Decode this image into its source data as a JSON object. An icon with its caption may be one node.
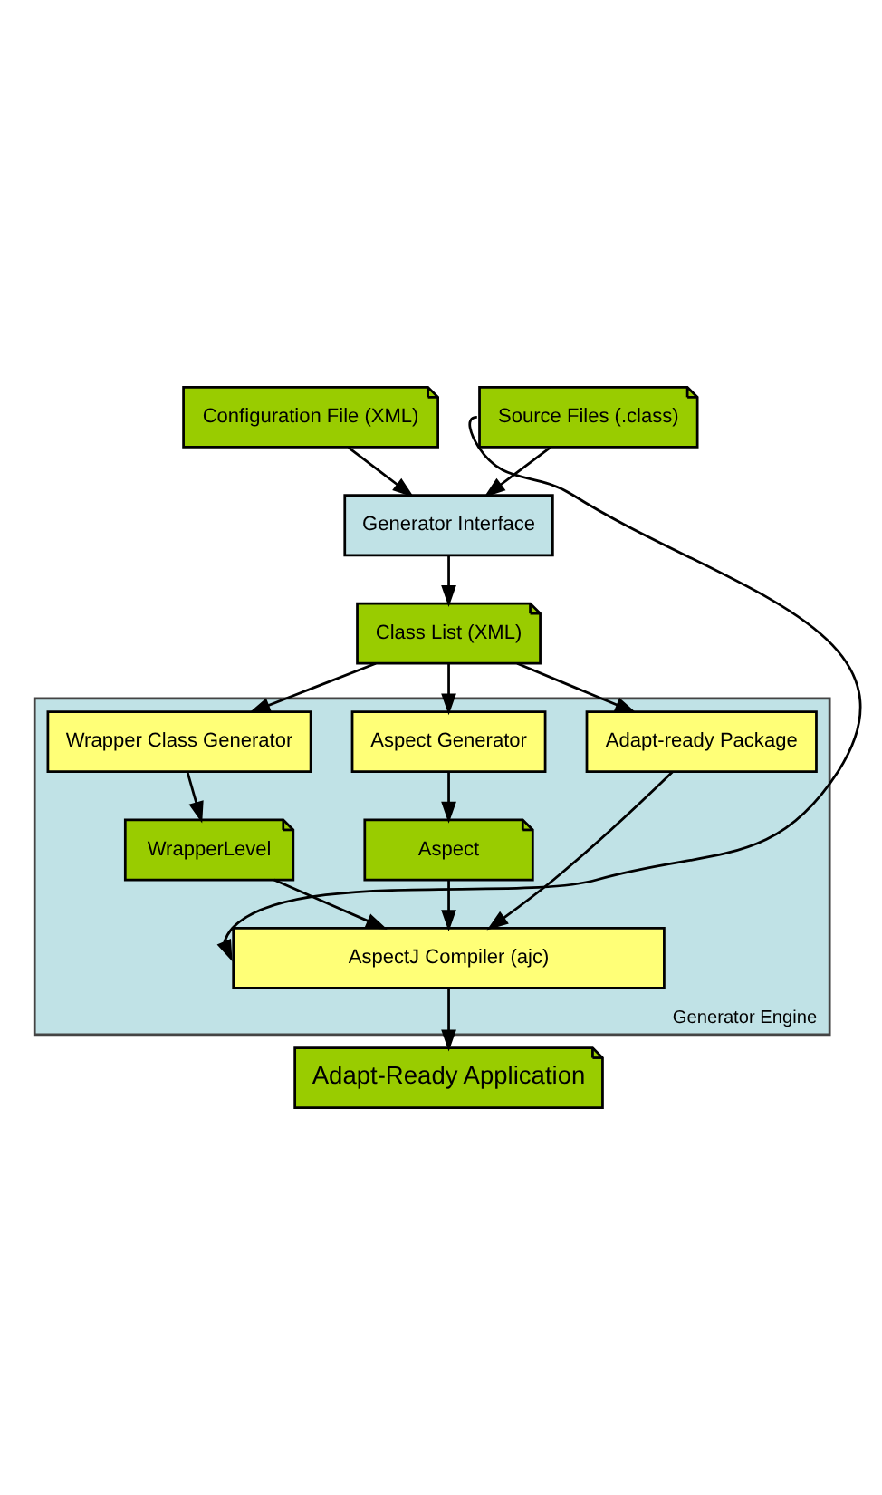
{
  "diagram": {
    "nodes": [
      {
        "text": [
          "Source Files (.class)"
        ]
      },
      {
        "text": [
          "Configuration File (XML)"
        ]
      },
      {
        "text": [
          "Generator Interface"
        ]
      },
      {
        "text": [
          "Class List (XML)"
        ]
      },
      {
        "text": [
          "Generator Engine"
        ]
      },
      {
        "text": [
          "Aspect Generator"
        ],
        "in": 4
      },
      {
        "text": [
          "Wrapper Class Generator"
        ],
        "in": 4
      },
      {
        "text": [
          "Adapt-ready Package"
        ],
        "in": 4
      },
      {
        "text": [
          "Aspect"
        ],
        "in": 4
      },
      {
        "text": [
          "WrapperLevel"
        ],
        "in": 4
      },
      {
        "text": [
          "AspectJ Compiler (ajc)"
        ],
        "in": 4
      },
      {
        "text": [
          "Adapt-Ready Application"
        ]
      }
    ],
    "edges": [
      {
        "from": 0,
        "to": 2,
        "arrow": "to"
      },
      {
        "from": 1,
        "to": 2,
        "arrow": "to"
      },
      {
        "from": 0,
        "to": 10,
        "arrow": "to"
      },
      {
        "from": 2,
        "to": 3,
        "arrow": "to"
      },
      {
        "from": 3,
        "to": 5,
        "arrow": "to"
      },
      {
        "from": 3,
        "to": 6,
        "arrow": "to"
      },
      {
        "from": 3,
        "to": 7,
        "arrow": "to"
      },
      {
        "from": 5,
        "to": 8,
        "arrow": "to"
      },
      {
        "from": 6,
        "to": 9,
        "arrow": "to"
      },
      {
        "from": 8,
        "to": 10,
        "arrow": "to"
      },
      {
        "from": 9,
        "to": 10,
        "arrow": "to"
      },
      {
        "from": 7,
        "to": 10,
        "arrow": "to"
      },
      {
        "from": 10,
        "to": 11,
        "arrow": "to"
      }
    ]
  }
}
